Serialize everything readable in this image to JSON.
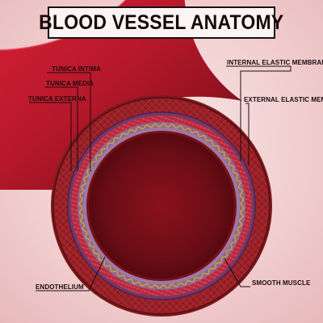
{
  "title": "BLOOD VESSEL ANATOMY",
  "labels": {
    "tunica_intima": "TUNICA INTIMA",
    "tunica_media": "TUNICA MEDIA",
    "tunica_externa": "TUNICA EXTERNA",
    "internal_elastic_membrane": "INTERNAL ELASTIC MEMBRANE",
    "external_elastic_membrane": "EXTERNAL ELASTIC MEMBRANE",
    "endothelium": "ENDOTHELIUM",
    "smooth_muscle": "SMOOTH MUSCLE"
  },
  "colors": {
    "background": "#f2d0d1",
    "vessel_outer": "#b5182a",
    "vessel_inner": "#7a0d16",
    "tunica_externa": "#8e1f24",
    "tunica_media": "#a8263a",
    "membrane": "#7c4b78",
    "lumen": "#6a0d15",
    "leader_lines": "#1a0c0f"
  }
}
